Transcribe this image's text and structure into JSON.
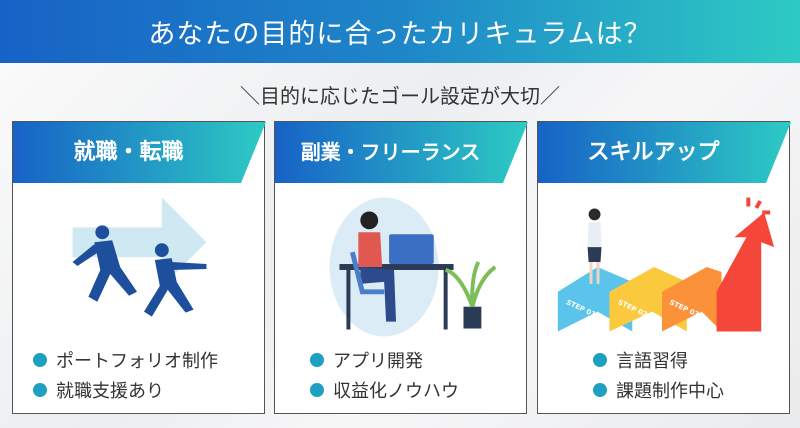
{
  "title": "あなたの目的に合ったカリキュラムは？",
  "subtitle": "＼目的に応じたゴール設定が大切／",
  "colors": {
    "gradient_start": "#1762c6",
    "gradient_end": "#2dcbc4",
    "bullet": "#1ea0c2"
  },
  "cards": [
    {
      "title": "就職・転職",
      "items": [
        "ポートフォリオ制作",
        "就職支援あり"
      ]
    },
    {
      "title": "副業・フリーランス",
      "items": [
        "アプリ開発",
        "収益化ノウハウ"
      ]
    },
    {
      "title": "スキルアップ",
      "items": [
        "言語習得",
        "課題制作中心"
      ],
      "steps": [
        "STEP 01",
        "STEP 02",
        "STEP 03"
      ]
    }
  ]
}
